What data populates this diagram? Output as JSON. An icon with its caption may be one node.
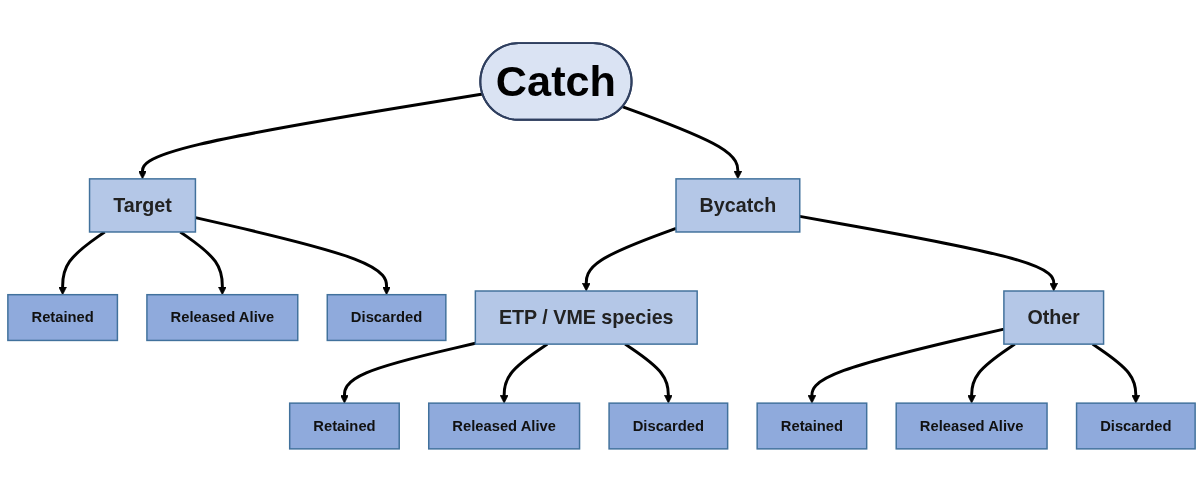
{
  "diagram": {
    "nodes": [
      {
        "text": [
          "Catch"
        ]
      },
      {
        "text": [
          "Target"
        ]
      },
      {
        "text": [
          "Bycatch"
        ]
      },
      {
        "text": [
          "Retained"
        ]
      },
      {
        "text": [
          "Released Alive"
        ]
      },
      {
        "text": [
          "Discarded"
        ]
      },
      {
        "text": [
          "ETP / VME species"
        ]
      },
      {
        "text": [
          "Other"
        ]
      },
      {
        "text": [
          "Retained"
        ]
      },
      {
        "text": [
          "Released Alive"
        ]
      },
      {
        "text": [
          "Discarded"
        ]
      },
      {
        "text": [
          "Retained"
        ]
      },
      {
        "text": [
          "Released Alive"
        ]
      },
      {
        "text": [
          "Discarded"
        ]
      }
    ],
    "edges": [
      {
        "from": 0,
        "to": 1,
        "arrow": "to"
      },
      {
        "from": 0,
        "to": 2,
        "arrow": "to"
      },
      {
        "from": 1,
        "to": 3,
        "arrow": "to"
      },
      {
        "from": 1,
        "to": 4,
        "arrow": "to"
      },
      {
        "from": 1,
        "to": 5,
        "arrow": "to"
      },
      {
        "from": 2,
        "to": 6,
        "arrow": "to"
      },
      {
        "from": 2,
        "to": 7,
        "arrow": "to"
      },
      {
        "from": 6,
        "to": 8,
        "arrow": "to"
      },
      {
        "from": 6,
        "to": 9,
        "arrow": "to"
      },
      {
        "from": 6,
        "to": 10,
        "arrow": "to"
      },
      {
        "from": 7,
        "to": 11,
        "arrow": "to"
      },
      {
        "from": 7,
        "to": 12,
        "arrow": "to"
      },
      {
        "from": 7,
        "to": 13,
        "arrow": "to"
      }
    ]
  }
}
